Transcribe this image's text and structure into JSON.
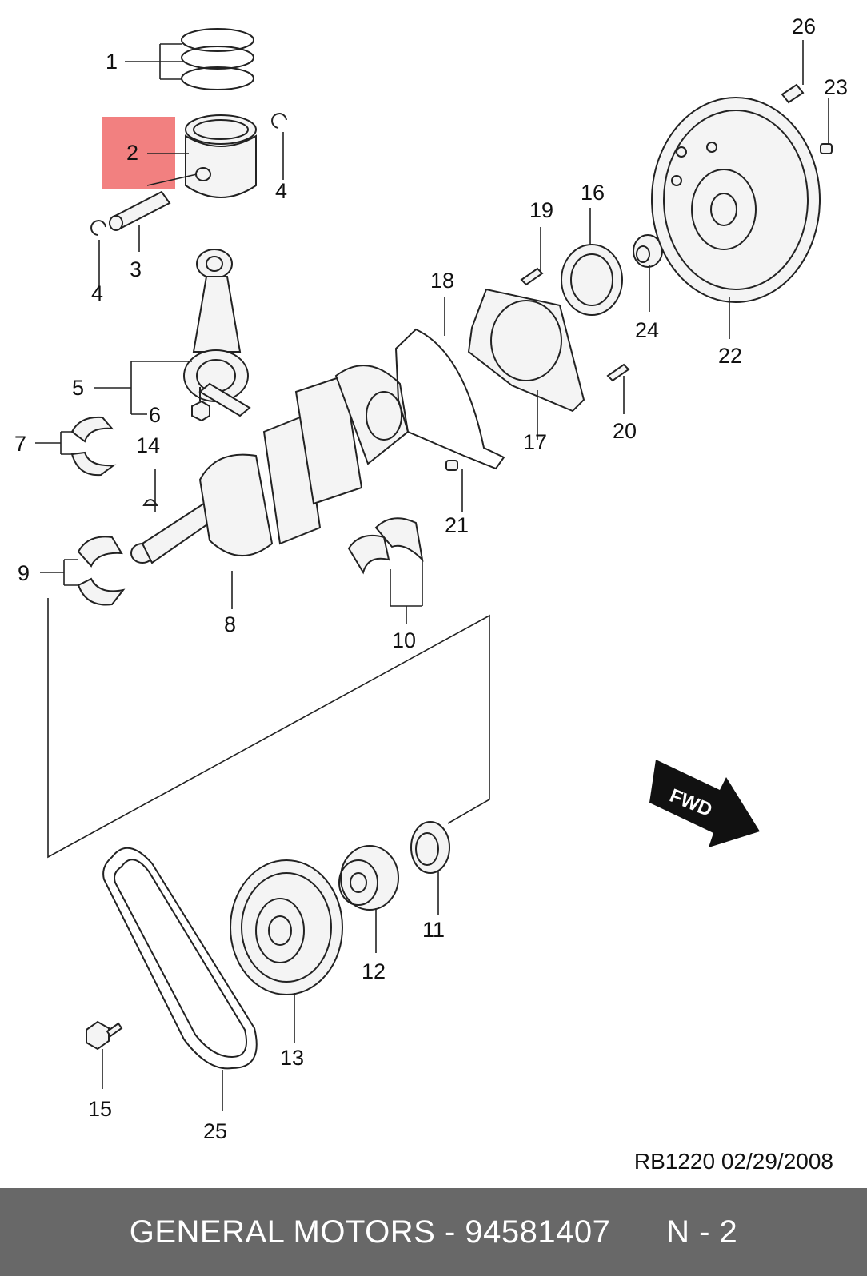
{
  "callouts": [
    "1",
    "2",
    "3",
    "4",
    "4",
    "5",
    "6",
    "7",
    "8",
    "9",
    "10",
    "11",
    "12",
    "13",
    "14",
    "15",
    "16",
    "17",
    "18",
    "19",
    "20",
    "21",
    "22",
    "23",
    "24",
    "25",
    "26"
  ],
  "arrow_label": "FWD",
  "reference_code": "RB1220  02/29/2008",
  "footer": {
    "brand": "GENERAL MOTORS",
    "separator": " - ",
    "part_number": "94581407",
    "page": "N - 2"
  },
  "highlight_color": "#f28080",
  "footer_color": "#686868"
}
